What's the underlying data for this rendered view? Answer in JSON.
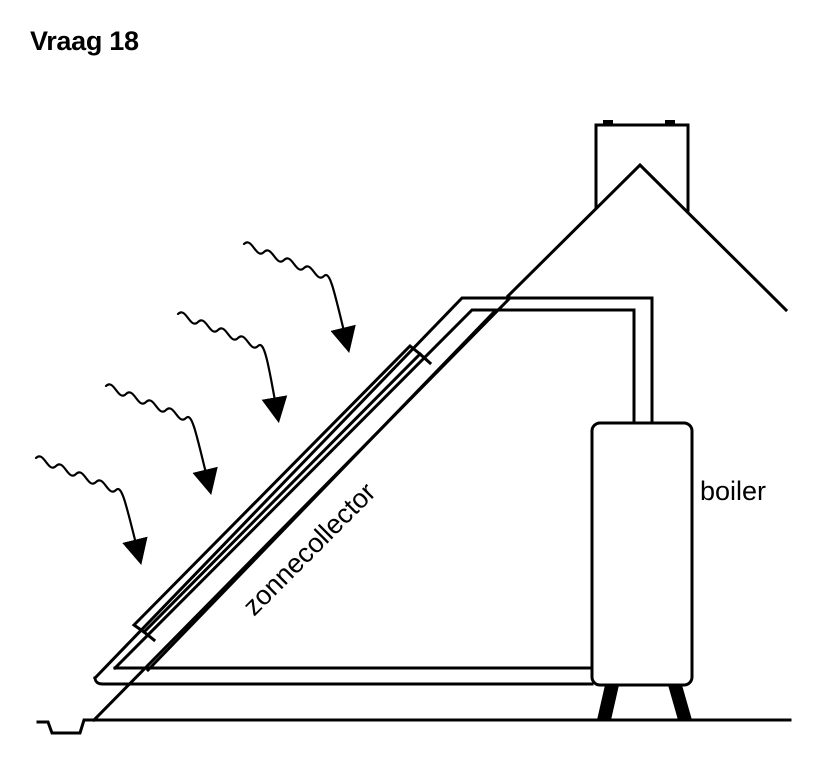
{
  "header": {
    "title": "Vraag 18"
  },
  "diagram": {
    "labels": {
      "collector": "zonnecollector",
      "boiler": "boiler"
    },
    "colors": {
      "line": "#000000",
      "background": "#ffffff"
    }
  }
}
